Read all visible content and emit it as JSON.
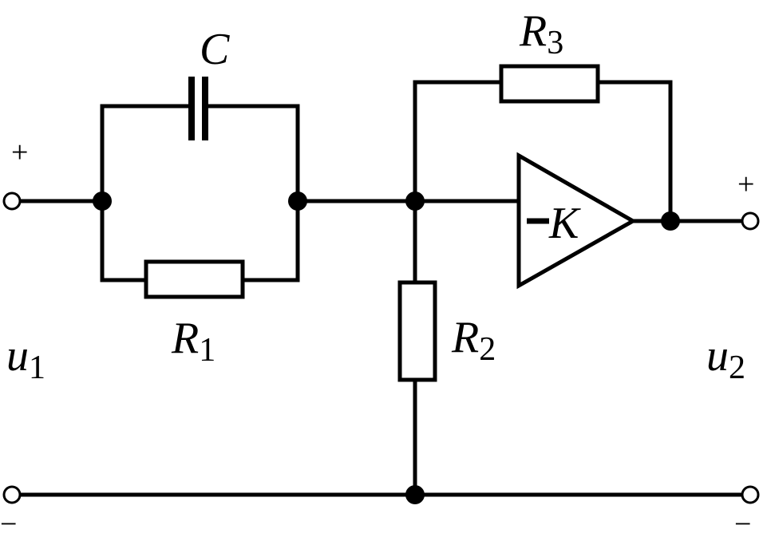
{
  "labels": {
    "capacitor": "C",
    "r1_main": "R",
    "r1_sub": "1",
    "r2_main": "R",
    "r2_sub": "2",
    "r3_main": "R",
    "r3_sub": "3",
    "gain": "K",
    "u1_main": "u",
    "u1_sub": "1",
    "u2_main": "u",
    "u2_sub": "2",
    "input_plus": "+",
    "input_minus": "−",
    "output_plus": "+",
    "output_minus": "−"
  }
}
